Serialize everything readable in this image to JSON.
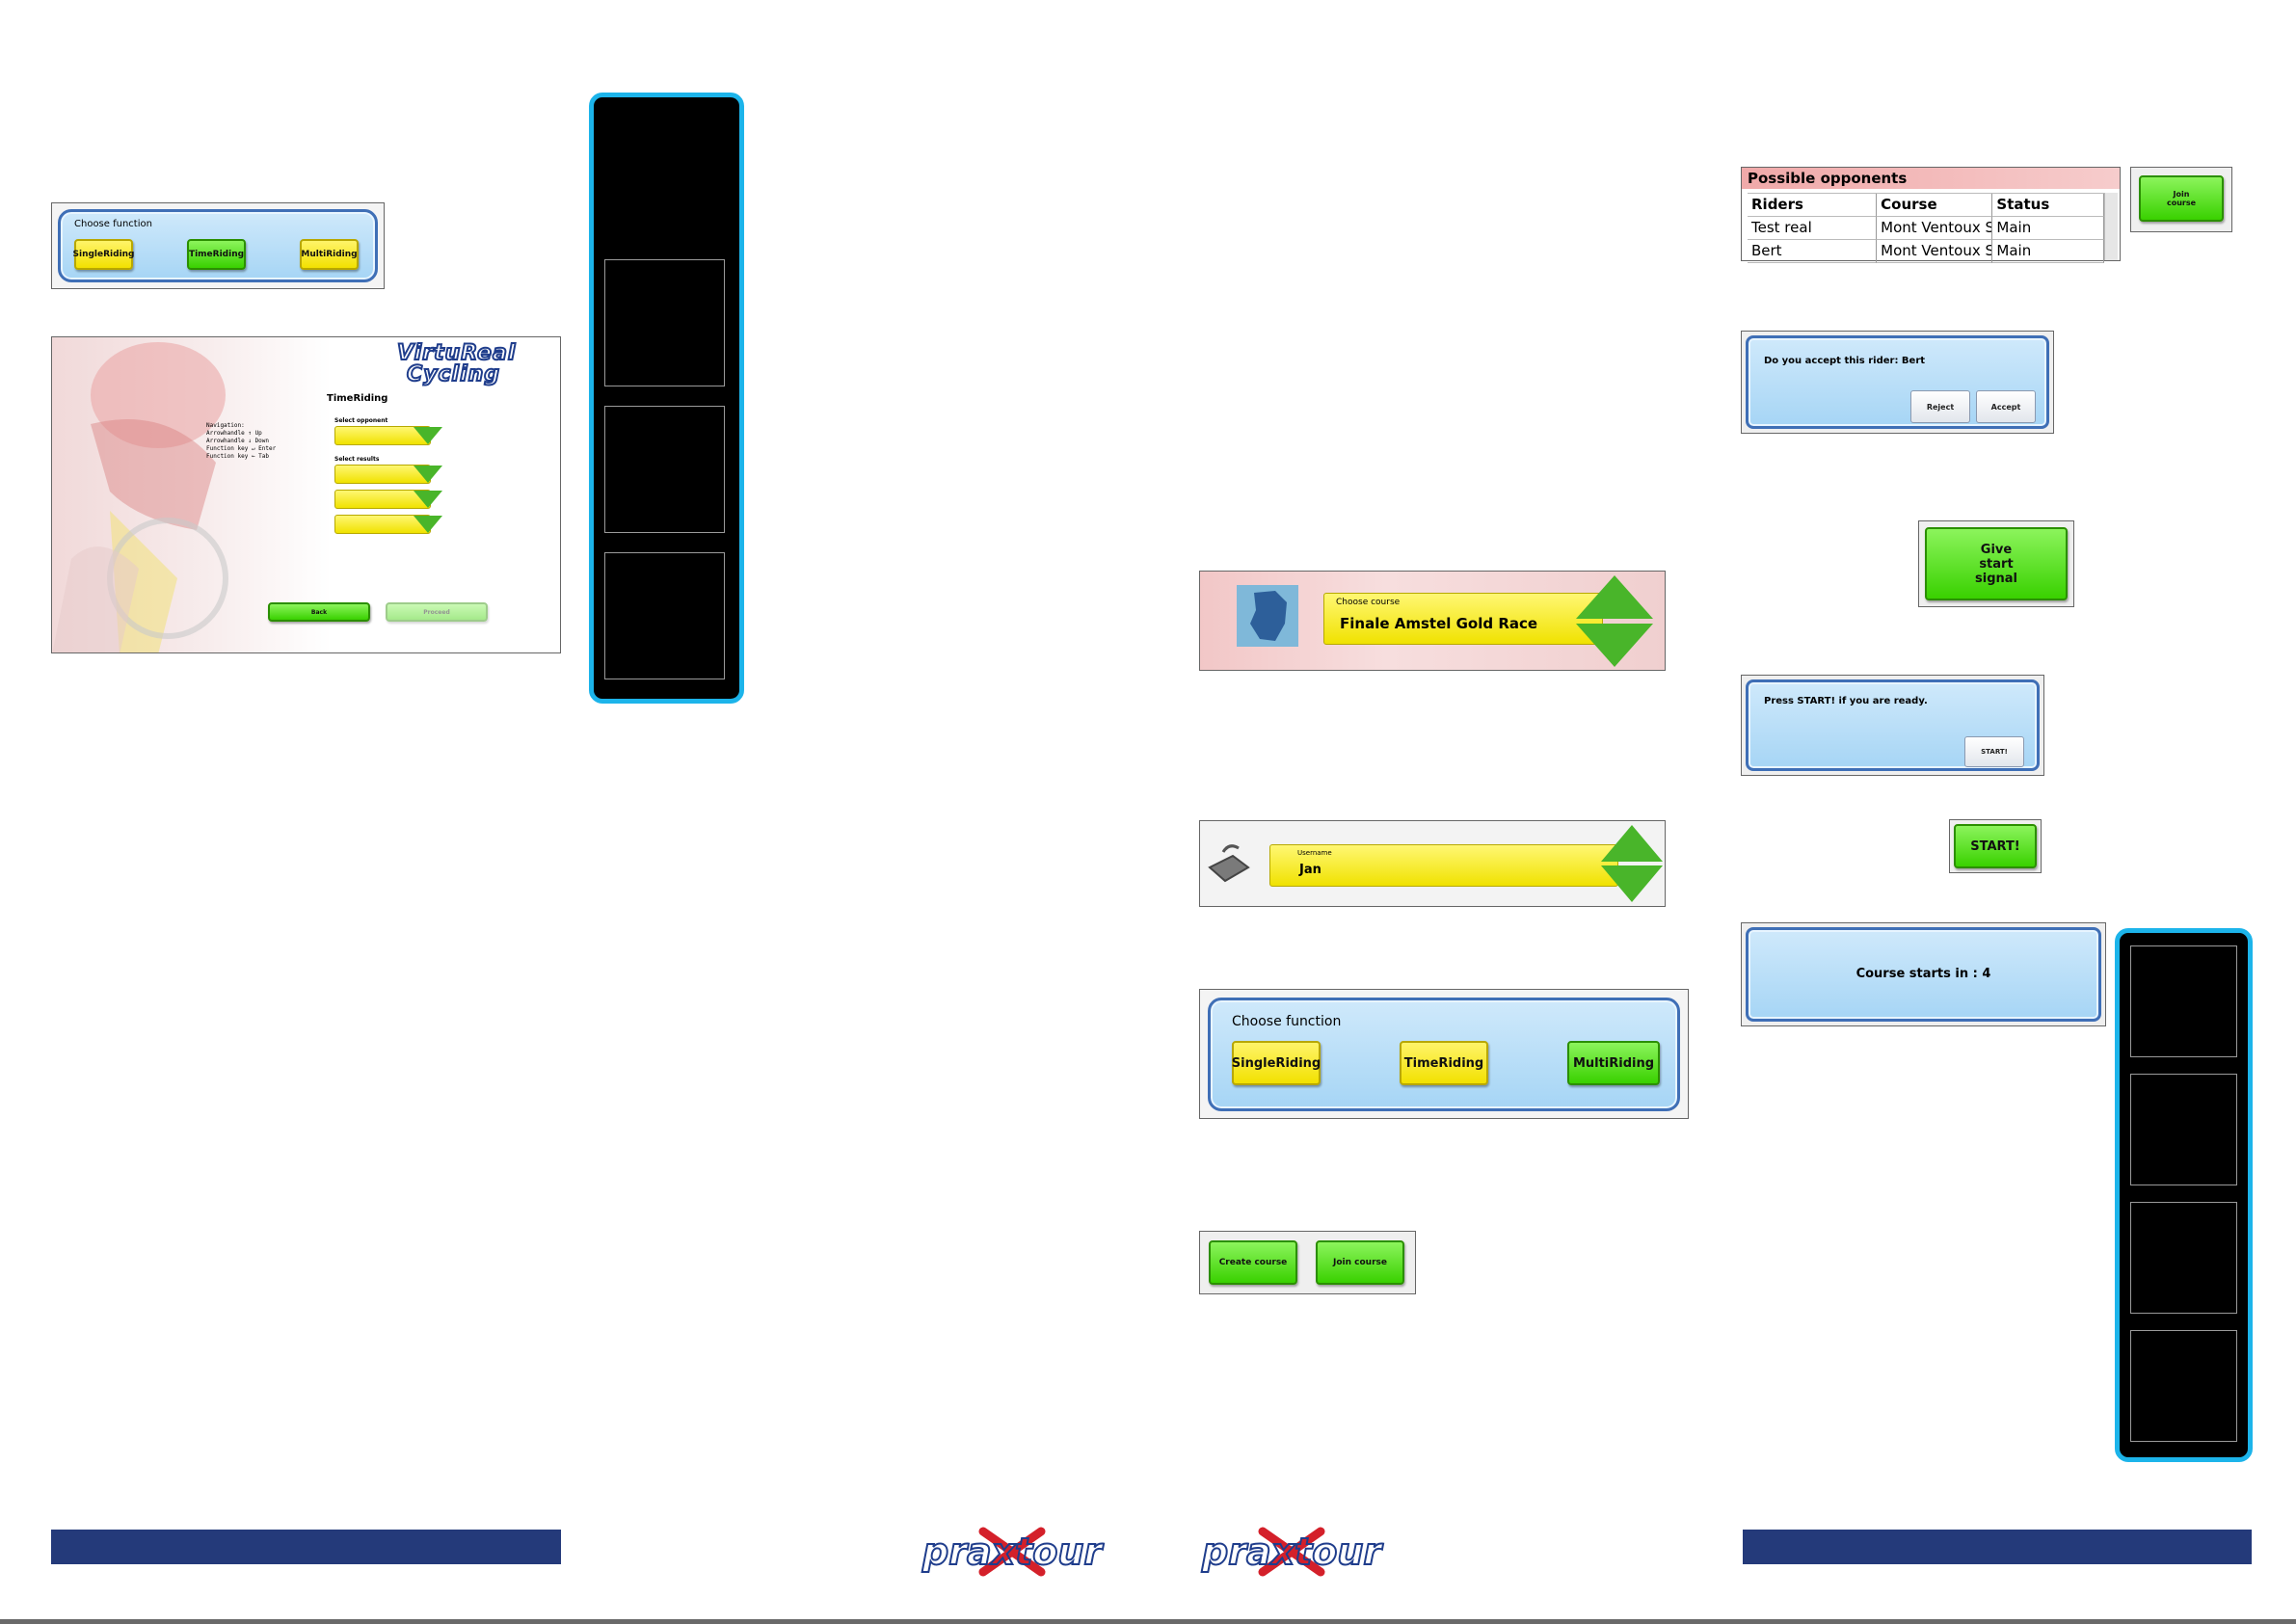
{
  "choose_function_small": {
    "title": "Choose function",
    "buttons": [
      "SingleRiding",
      "TimeRiding",
      "MultiRiding"
    ]
  },
  "timeriding_screen": {
    "logo_line1": "VirtuReal",
    "logo_line2": "Cycling",
    "title": "TimeRiding",
    "nav_lines": [
      "Navigation:",
      "Arrowhandle ↑    Up",
      "Arrowhandle ↓    Down",
      "Function key ↵   Enter",
      "Function key ←   Tab"
    ],
    "select_opponent_label": "Select opponent",
    "select_results_label": "Select results",
    "back_label": "Back",
    "proceed_label": "Proceed"
  },
  "choose_course": {
    "label": "Choose course",
    "value": "Finale Amstel Gold Race"
  },
  "username": {
    "label": "Username",
    "value": "Jan"
  },
  "choose_function_large": {
    "title": "Choose function",
    "buttons": [
      "SingleRiding",
      "TimeRiding",
      "MultiRiding"
    ]
  },
  "course_buttons": {
    "create": "Create course",
    "join": "Join course"
  },
  "opponents": {
    "title": "Possible opponents",
    "headers": [
      "Riders",
      "Course",
      "Status"
    ],
    "rows": [
      [
        "Test real",
        "Mont Ventoux S",
        "Main"
      ],
      [
        "Bert",
        "Mont Ventoux S",
        "Main"
      ]
    ],
    "join_label": "Join course"
  },
  "accept_dialog": {
    "text": "Do you accept this rider: Bert",
    "reject": "Reject",
    "accept": "Accept"
  },
  "give_start_signal": "Give start signal",
  "ready_dialog": {
    "text": "Press START! if you are ready.",
    "button": "START!"
  },
  "start_button": "START!",
  "countdown": "Course starts in : 4",
  "brand": "praxtour",
  "colors": {
    "accent_blue": "#1cb4ea",
    "navy": "#243a7a",
    "green": "#39d100",
    "yellow": "#f2e100"
  }
}
